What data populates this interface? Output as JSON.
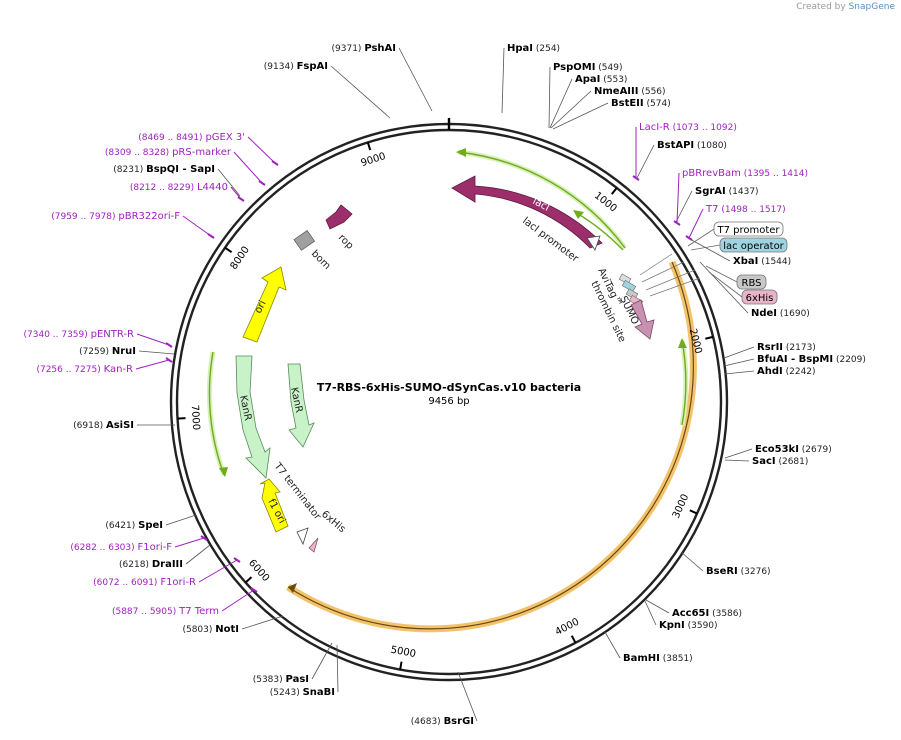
{
  "credit": {
    "prefix": "Created by",
    "brand": "SnapGene"
  },
  "title": "T7-RBS-6xHis-SUMO-dSynCas.v10 bacteria",
  "length_label": "9456 bp",
  "plasmid_length": 9456,
  "colors": {
    "enzyme": "#000000",
    "primer": "#a020c0",
    "lacI": "#9c2f6b",
    "rop": "#9c2f6b",
    "sumo": "#c990b0",
    "ori": "#ffff00",
    "f1ori": "#ffff00",
    "kanr": "#c8f2c8",
    "orf_outline": "#6fad1e",
    "cds_highlight": "#f3c26b",
    "lac_operator": "#9fd3e0",
    "rbs": "#c8c8c8",
    "his_tag": "#e8b4c8"
  },
  "ticks": [
    {
      "label": "1000"
    },
    {
      "label": "2000"
    },
    {
      "label": "3000"
    },
    {
      "label": "4000"
    },
    {
      "label": "5000"
    },
    {
      "label": "6000"
    },
    {
      "label": "7000"
    },
    {
      "label": "8000"
    },
    {
      "label": "9000"
    }
  ],
  "enzymes": [
    {
      "name": "PshAI",
      "pos": "(9371)"
    },
    {
      "name": "FspAI",
      "pos": "(9134)"
    },
    {
      "name": "HpaI",
      "pos": "(254)"
    },
    {
      "name": "PspOMI",
      "pos": "(549)"
    },
    {
      "name": "ApaI",
      "pos": "(553)"
    },
    {
      "name": "NmeAIII",
      "pos": "(556)"
    },
    {
      "name": "BstEII",
      "pos": "(574)"
    },
    {
      "name": "BstAPI",
      "pos": "(1080)"
    },
    {
      "name": "SgrAI",
      "pos": "(1437)"
    },
    {
      "name": "XbaI",
      "pos": "(1544)"
    },
    {
      "name": "NdeI",
      "pos": "(1690)"
    },
    {
      "name": "RsrII",
      "pos": "(2173)"
    },
    {
      "name": "BfuAI",
      "pos": "(2209)",
      "extra": "BspMI"
    },
    {
      "name": "AhdI",
      "pos": "(2242)"
    },
    {
      "name": "Eco53kI",
      "pos": "(2679)"
    },
    {
      "name": "SacI",
      "pos": "(2681)"
    },
    {
      "name": "BseRI",
      "pos": "(3276)"
    },
    {
      "name": "Acc65I",
      "pos": "(3586)"
    },
    {
      "name": "KpnI",
      "pos": "(3590)"
    },
    {
      "name": "BamHI",
      "pos": "(3851)"
    },
    {
      "name": "BsrGI",
      "pos": "(4683)"
    },
    {
      "name": "PasI",
      "pos": "(5383)"
    },
    {
      "name": "SnaBI",
      "pos": "(5243)"
    },
    {
      "name": "NotI",
      "pos": "(5803)"
    },
    {
      "name": "DraIII",
      "pos": "(6218)"
    },
    {
      "name": "SpeI",
      "pos": "(6421)"
    },
    {
      "name": "AsiSI",
      "pos": "(6918)"
    },
    {
      "name": "NruI",
      "pos": "(7259)"
    },
    {
      "name": "BspQI",
      "pos": "(8231)",
      "extra": "SapI"
    }
  ],
  "primers": [
    {
      "name": "pGEX 3'",
      "range": "(8469 .. 8491)"
    },
    {
      "name": "pRS-marker",
      "range": "(8309 .. 8328)"
    },
    {
      "name": "L4440",
      "range": "(8212 .. 8229)"
    },
    {
      "name": "pBR322ori-F",
      "range": "(7959 .. 7978)"
    },
    {
      "name": "LacI-R",
      "range": "(1073 .. 1092)"
    },
    {
      "name": "pBRrevBam",
      "range": "(1395 .. 1414)"
    },
    {
      "name": "T7",
      "range": "(1498 .. 1517)"
    },
    {
      "name": "pENTR-R",
      "range": "(7340 .. 7359)"
    },
    {
      "name": "Kan-R",
      "range": "(7256 .. 7275)"
    },
    {
      "name": "F1ori-F",
      "range": "(6282 .. 6303)"
    },
    {
      "name": "F1ori-R",
      "range": "(6072 .. 6091)"
    },
    {
      "name": "T7 Term",
      "range": "(5887 .. 5905)"
    }
  ],
  "boxed_features": [
    {
      "label": "T7 promoter"
    },
    {
      "label": "lac operator"
    },
    {
      "label": "RBS"
    },
    {
      "label": "6xHis"
    }
  ],
  "feature_labels": {
    "lacI": "lacI",
    "lacI_promoter": "lacI promoter",
    "avitag": "AviTag™",
    "sumo": "SUMO",
    "thrombin": "thrombin site",
    "ori": "ori",
    "bom": "bom",
    "rop": "rop",
    "kanr_outer": "KanR",
    "kanr_inner": "KanR",
    "t7_terminator": "T7 terminator",
    "f1_ori": "f1 ori",
    "his_lower": "6xHis"
  }
}
